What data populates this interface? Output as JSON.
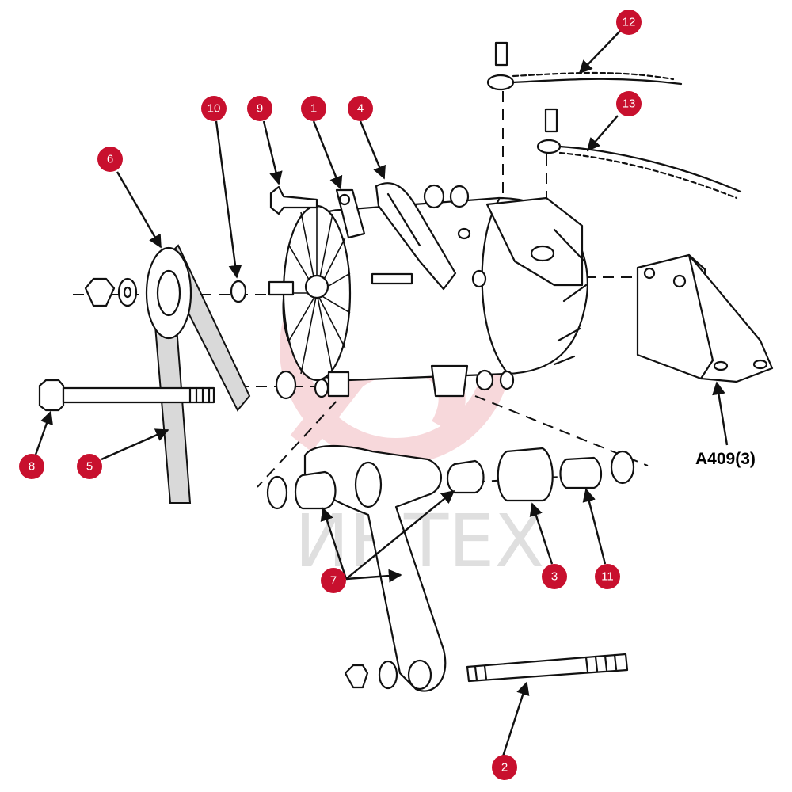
{
  "diagram": {
    "watermark_text": "ИНТЕХ",
    "watermark_color": "#f2b9bf",
    "callout_color": "#c8102e",
    "reference_label": "A409(3)",
    "callouts": [
      {
        "id": "c1",
        "label": "1"
      },
      {
        "id": "c2",
        "label": "2"
      },
      {
        "id": "c3",
        "label": "3"
      },
      {
        "id": "c4",
        "label": "4"
      },
      {
        "id": "c5",
        "label": "5"
      },
      {
        "id": "c6",
        "label": "6"
      },
      {
        "id": "c7",
        "label": "7"
      },
      {
        "id": "c8",
        "label": "8"
      },
      {
        "id": "c9",
        "label": "9"
      },
      {
        "id": "c10",
        "label": "10"
      },
      {
        "id": "c11",
        "label": "11"
      },
      {
        "id": "c12",
        "label": "12"
      },
      {
        "id": "c13",
        "label": "13"
      }
    ]
  }
}
